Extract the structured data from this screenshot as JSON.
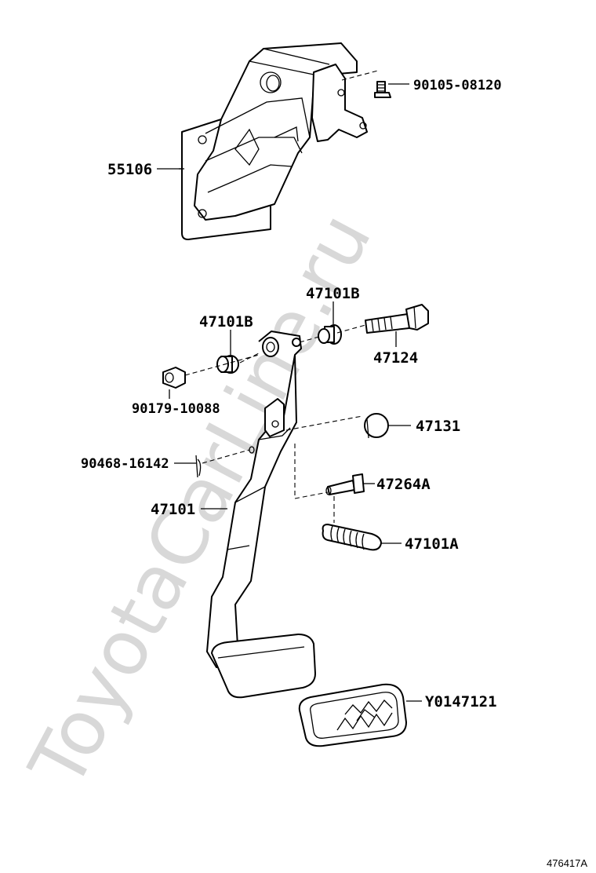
{
  "watermark": "ToyotaCarLine.ru",
  "figure_ref": "476417A",
  "colors": {
    "line": "#000000",
    "watermark": "#d8d8d8",
    "background": "#ffffff"
  },
  "parts": [
    {
      "id": "p1",
      "label": "90105-08120"
    },
    {
      "id": "p2",
      "label": "55106"
    },
    {
      "id": "p3",
      "label": "47101B"
    },
    {
      "id": "p4",
      "label": "47101B"
    },
    {
      "id": "p5",
      "label": "47124"
    },
    {
      "id": "p6",
      "label": "90179-10088"
    },
    {
      "id": "p7",
      "label": "47131"
    },
    {
      "id": "p8",
      "label": "90468-16142"
    },
    {
      "id": "p9",
      "label": "47264A"
    },
    {
      "id": "p10",
      "label": "47101"
    },
    {
      "id": "p11",
      "label": "47101A"
    },
    {
      "id": "p12",
      "label": "Y0147121"
    }
  ]
}
